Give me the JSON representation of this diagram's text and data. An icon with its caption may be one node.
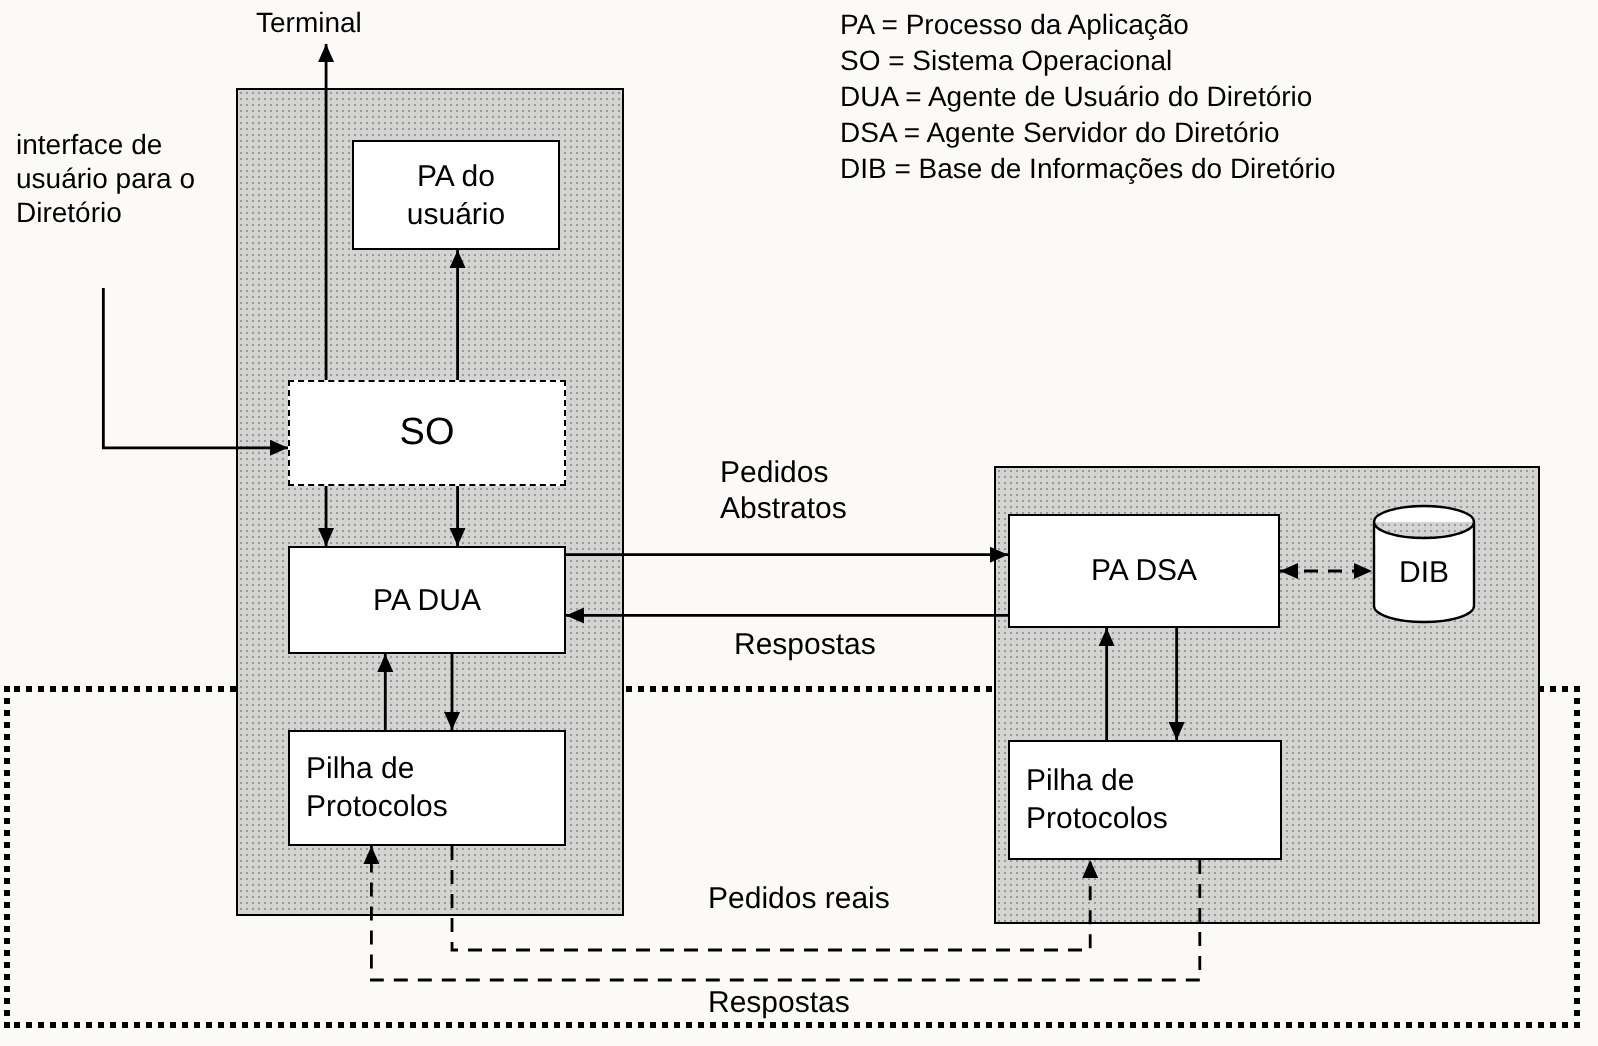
{
  "diagram": {
    "nodes": [
      {
        "text": [],
        "shape": "box"
      },
      {
        "text": [
          "PA do usuário"
        ],
        "in": 0
      },
      {
        "text": [
          "SO"
        ],
        "in": 0
      },
      {
        "text": [
          "PA DUA"
        ],
        "in": 0
      },
      {
        "text": [
          "Pilha de Protocolos"
        ],
        "in": 0
      },
      {
        "text": [],
        "shape": "box"
      },
      {
        "text": [
          "PA DSA"
        ],
        "in": 5
      },
      {
        "text": [
          "DIB"
        ],
        "in": 5
      },
      {
        "text": [
          "Pilha de Protocolos"
        ],
        "in": 5
      },
      {
        "text": [
          "Terminal"
        ]
      },
      {
        "text": [
          "interface de usuário para o Diretório"
        ]
      }
    ],
    "edges": [
      {
        "from": 2,
        "to": 9,
        "arrow": "to"
      },
      {
        "from": 2,
        "to": 1,
        "arrow": "to"
      },
      {
        "from": 10,
        "to": 2,
        "arrow": "to"
      },
      {
        "from": 2,
        "to": 3,
        "arrow": "to"
      },
      {
        "from": 2,
        "to": 3,
        "arrow": "to"
      },
      {
        "from": 3,
        "to": 6,
        "arrow": "to",
        "label": "Pedidos Abstratos"
      },
      {
        "from": 6,
        "to": 3,
        "arrow": "to",
        "label": "Respostas"
      },
      {
        "from": 6,
        "to": 7,
        "arrow": "both",
        "style": "dashed"
      },
      {
        "from": 4,
        "to": 3,
        "arrow": "to"
      },
      {
        "from": 3,
        "to": 4,
        "arrow": "to"
      },
      {
        "from": 8,
        "to": 6,
        "arrow": "to"
      },
      {
        "from": 6,
        "to": 8,
        "arrow": "to"
      },
      {
        "from": 4,
        "to": 8,
        "arrow": "to",
        "label": "Pedidos reais",
        "style": "dashed"
      },
      {
        "from": 8,
        "to": 4,
        "arrow": "to",
        "label": "Respostas",
        "style": "dashed"
      }
    ],
    "labels": [
      "PA = Processo da Aplicação",
      "SO = Sistema Operacional",
      "DUA = Agente de Usuário do Diretório",
      "DSA = Agente Servidor do Diretório",
      "DIB = Base de Informações do Diretório"
    ]
  }
}
